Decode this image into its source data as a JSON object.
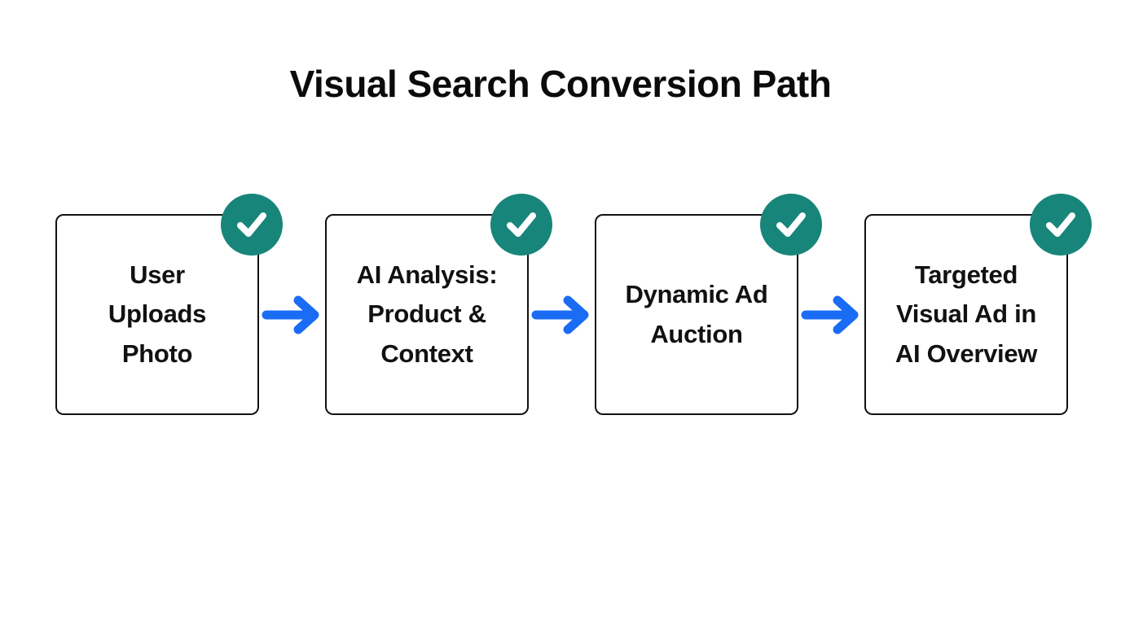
{
  "title": "Visual Search Conversion Path",
  "flow": {
    "steps": [
      {
        "label": "User\nUploads\nPhoto",
        "status": "complete",
        "status_icon": "checkmark-icon"
      },
      {
        "label": "AI Analysis:\nProduct &\nContext",
        "status": "complete",
        "status_icon": "checkmark-icon"
      },
      {
        "label": "Dynamic Ad\nAuction",
        "status": "complete",
        "status_icon": "checkmark-icon"
      },
      {
        "label": "Targeted\nVisual Ad in\nAI Overview",
        "status": "complete",
        "status_icon": "checkmark-icon"
      }
    ],
    "connector_icon": "arrow-right-icon"
  },
  "colors": {
    "background": "#ffffff",
    "title_text": "#0b0b0b",
    "label_text": "#111111",
    "box_border": "#111111",
    "badge_teal": "#18857A",
    "check_white": "#ffffff",
    "arrow_blue": "#1A6CF5"
  }
}
